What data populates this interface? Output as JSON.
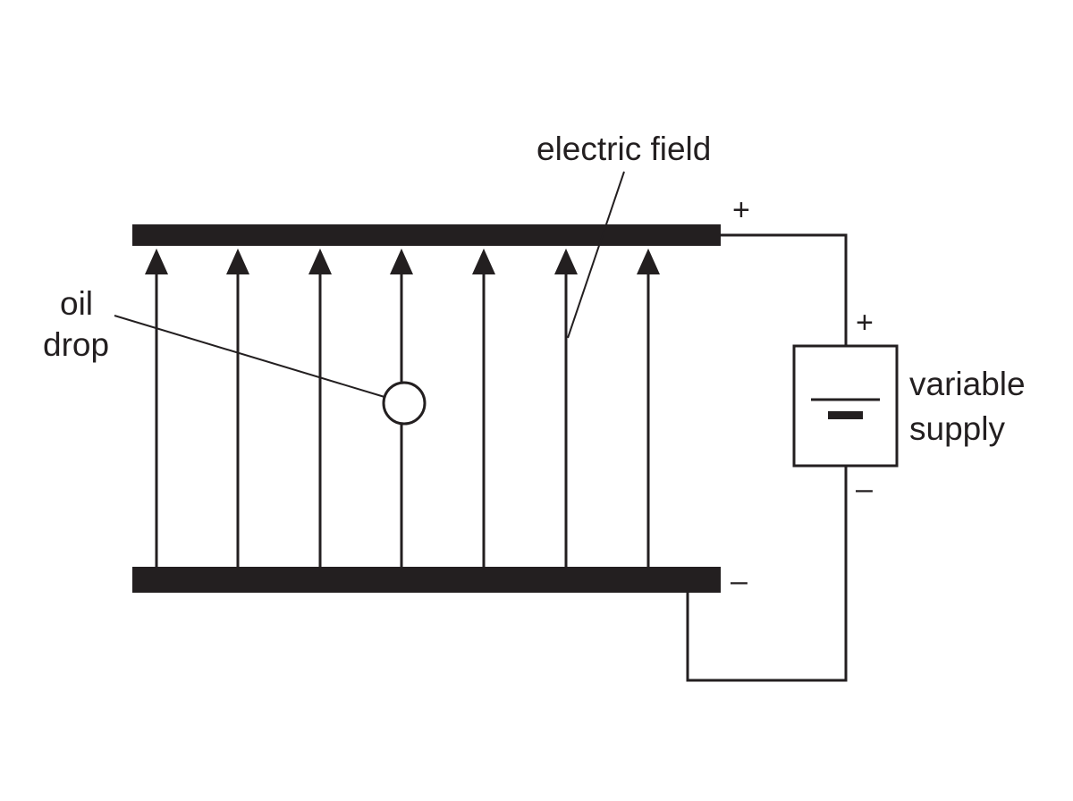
{
  "labels": {
    "electric_field": "electric field",
    "oil_line1": "oil",
    "oil_line2": "drop",
    "supply_line1": "variable",
    "supply_line2": "supply"
  },
  "signs": {
    "top_plate": "+",
    "bottom_plate": "–",
    "supply_positive": "+",
    "supply_negative": "–"
  },
  "field_line_count": 7,
  "colors": {
    "ink": "#231f20",
    "background": "#ffffff"
  }
}
